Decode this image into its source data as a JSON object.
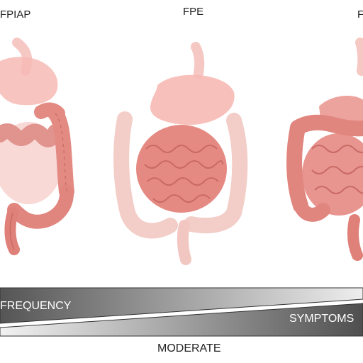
{
  "labels": {
    "left": "FPIAP",
    "center": "FPE",
    "right_partial": "F",
    "bottom": "MODERATE"
  },
  "wedges": {
    "left_text": "FREQUENCY",
    "right_text": "SYMPTOMS"
  },
  "colors": {
    "organ_active": "#e58c85",
    "organ_outline": "#c96a64",
    "organ_faded": "#f4c9c4",
    "stomach": "#f7b9b4",
    "wedge_dark": "#555555",
    "wedge_light": "#e6e6e6"
  },
  "icons": [
    "digestive-tract-fpiap",
    "digestive-tract-fpe",
    "digestive-tract-right"
  ]
}
